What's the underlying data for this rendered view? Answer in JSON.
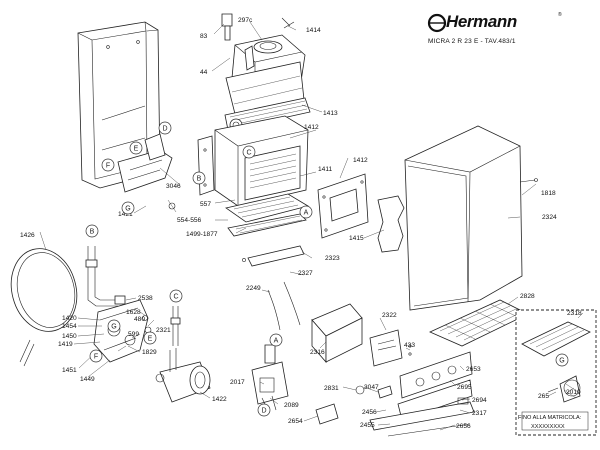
{
  "header": {
    "brand": "Hermann",
    "brand_mark": "®",
    "model_code": "MICRA 2 R 23 E  -  TAV.483/1"
  },
  "part_numbers": {
    "p83": "83",
    "p297c": "297c",
    "p1414": "1414",
    "p44": "44",
    "p1413": "1413",
    "p1412a": "1412",
    "p1411": "1411",
    "p1412b": "1412",
    "p3046": "3046",
    "p557": "557",
    "p554_556": "554-556",
    "p1499_1877": "1499-1877",
    "p1421": "1421",
    "p1818": "1818",
    "p2324": "2324",
    "p1415": "1415",
    "p1426": "1426",
    "p2323": "2323",
    "p2327": "2327",
    "p2249": "2249",
    "p2538": "2538",
    "p1628": "1628",
    "p480": "480",
    "p2321": "2321",
    "p599": "599",
    "p1420": "1420",
    "p1454": "1454",
    "p1450": "1450",
    "p1419": "1419",
    "p1451": "1451",
    "p1449": "1449",
    "p1829": "1829",
    "p1422": "1422",
    "p2828": "2828",
    "p2318": "2318",
    "p2322": "2322",
    "p433": "433",
    "p2316": "2316",
    "p2653": "2653",
    "p2017": "2017",
    "p2089": "2089",
    "p2831": "2831",
    "p3047": "3047",
    "p2695": "2695",
    "p2694": "2694",
    "p2317": "2317",
    "p2456": "2456",
    "p2455": "2455",
    "p2656": "2656",
    "p2654": "2654",
    "p265": "265",
    "p2010": "2010"
  },
  "callouts": {
    "a1": "A",
    "a2": "A",
    "b1": "B",
    "b2": "B",
    "c1": "C",
    "c2": "C",
    "d1": "D",
    "d2": "D",
    "e1": "E",
    "e2": "E",
    "f1": "F",
    "f2": "F",
    "g1": "G",
    "g2": "G",
    "g3": "G"
  },
  "serial_plate": {
    "caption": "FINO ALLA MATRICOLA:",
    "value": "XXXXXXXXX"
  }
}
